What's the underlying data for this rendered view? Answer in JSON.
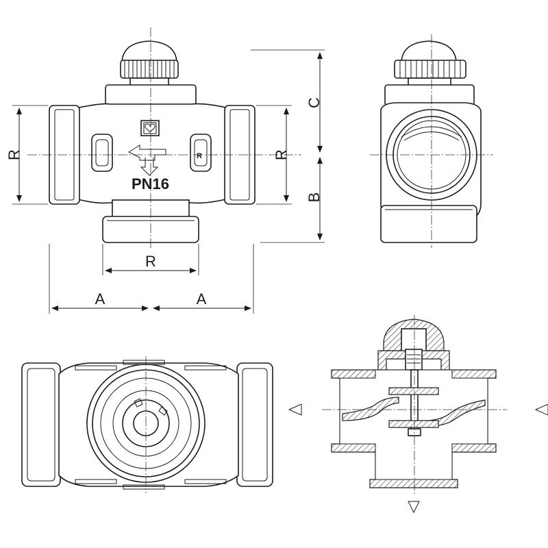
{
  "labels": {
    "dim_r_left": "R",
    "dim_r_right": "R",
    "dim_r_bottom": "R",
    "dim_a_left": "A",
    "dim_a_right": "A",
    "dim_b": "B",
    "dim_c": "C",
    "marking": "PN16",
    "port_mark": "R"
  },
  "icons": [
    "flow-arrow-icon",
    "heart-logo-icon",
    "flow-direction-arrow-icon"
  ],
  "colors": {
    "line": "#1a1a1a",
    "background": "#ffffff"
  }
}
